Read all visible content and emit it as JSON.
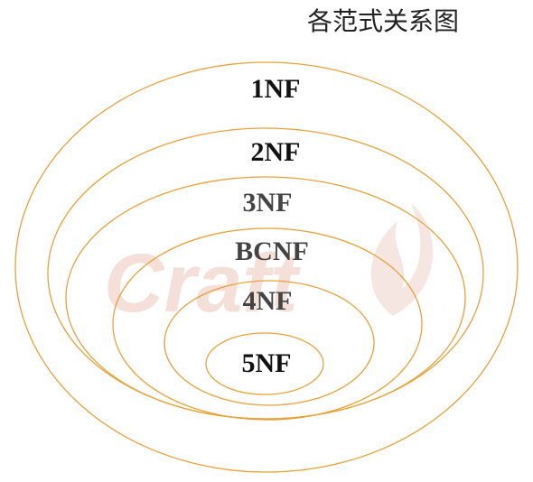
{
  "title": "各范式关系图",
  "watermark": "Craft",
  "colors": {
    "ring": "#e8a23a",
    "dark_text": "#111111",
    "gray_text": "#444444",
    "watermark": "#f3dcd5"
  },
  "forms": [
    {
      "label": "1NF",
      "level": 1
    },
    {
      "label": "2NF",
      "level": 2
    },
    {
      "label": "3NF",
      "level": 3
    },
    {
      "label": "BCNF",
      "level": 4
    },
    {
      "label": "4NF",
      "level": 5
    },
    {
      "label": "5NF",
      "level": 6
    }
  ]
}
